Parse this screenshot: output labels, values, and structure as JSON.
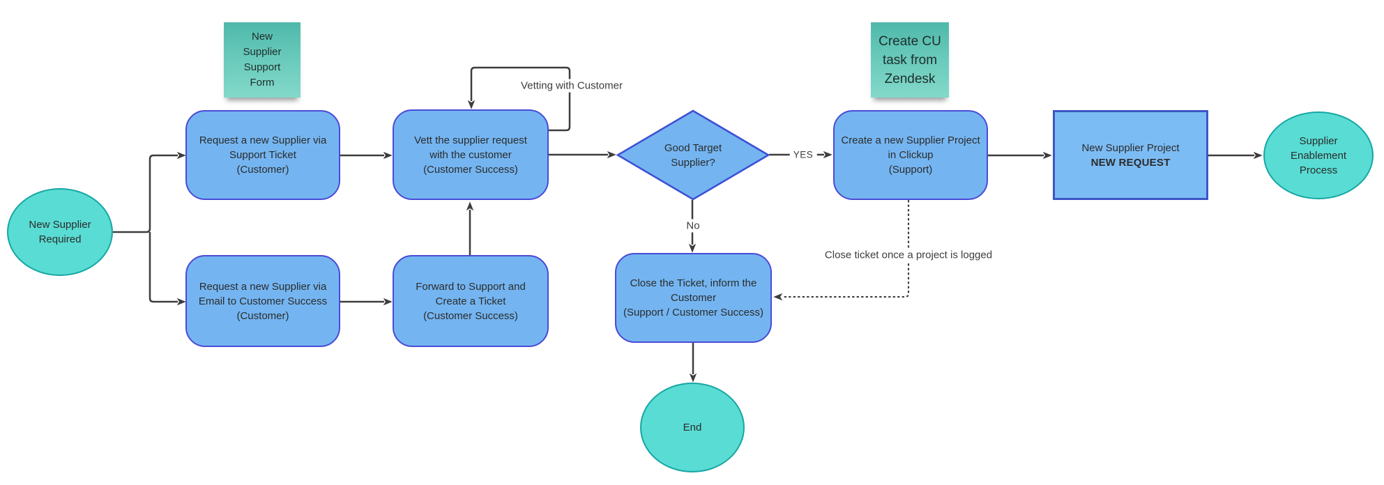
{
  "canvas": {
    "background": "#ffffff"
  },
  "colors": {
    "process_fill": "#74B5F1",
    "process_border": "#4A4AD6",
    "terminal_fill": "#59DCD3",
    "terminal_border": "#16A6A4",
    "sticky_top": "#4FB8AA",
    "sticky_bottom": "#83D9CA",
    "connector": "#3d3d3d",
    "text": "#2b2b2b"
  },
  "nodes": {
    "start": {
      "label": "New Supplier\nRequired"
    },
    "request_ticket": {
      "label": "Request a new Supplier via\nSupport Ticket\n(Customer)"
    },
    "request_email": {
      "label": "Request a new Supplier via\nEmail to Customer Success\n(Customer)"
    },
    "vett": {
      "label": "Vett the supplier request\nwith the customer\n(Customer Success)"
    },
    "forward": {
      "label": "Forward to Support and\nCreate a Ticket\n(Customer Success)"
    },
    "decision": {
      "label": "Good Target\nSupplier?"
    },
    "clickup": {
      "label": "Create a new Supplier Project\nin Clickup\n(Support)"
    },
    "new_request": {
      "line1": "New Supplier Project",
      "line2": "NEW REQUEST"
    },
    "close_ticket": {
      "label": "Close the Ticket, inform the\nCustomer\n(Support / Customer Success)"
    },
    "enablement": {
      "label": "Supplier\nEnablement\nProcess"
    },
    "end": {
      "label": "End"
    }
  },
  "sticky_notes": {
    "support_form": {
      "text": "New\nSupplier\nSupport\nForm"
    },
    "cu_task": {
      "text": "Create CU\ntask from\nZendesk"
    }
  },
  "edge_labels": {
    "vetting": "Vetting with Customer",
    "yes": "YES",
    "no": "No",
    "close_note": "Close ticket once a project is logged"
  }
}
